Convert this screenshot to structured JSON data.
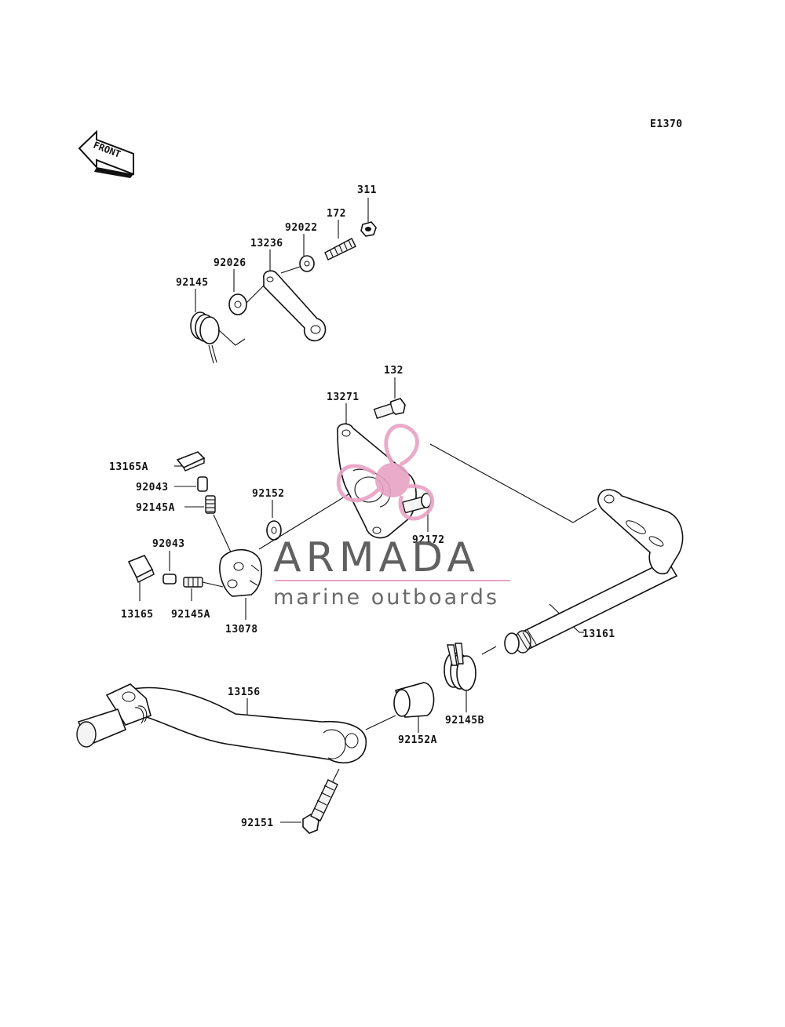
{
  "diagram_code": "E1370",
  "front_arrow_text": "FRONT",
  "watermark": {
    "title": "ARMADA",
    "subtitle": "marine outboards",
    "accent_color": "#e8a3c4"
  },
  "parts": {
    "p311": "311",
    "p172": "172",
    "p92022": "92022",
    "p13236": "13236",
    "p92026": "92026",
    "p92145": "92145",
    "p132": "132",
    "p13271": "13271",
    "p13165A": "13165A",
    "p92043a": "92043",
    "p92145Aa": "92145A",
    "p92152": "92152",
    "p92172": "92172",
    "p92043b": "92043",
    "p13165": "13165",
    "p92145Ab": "92145A",
    "p13078": "13078",
    "p13161": "13161",
    "p13156": "13156",
    "p92145B": "92145B",
    "p92152A": "92152A",
    "p92151": "92151"
  }
}
